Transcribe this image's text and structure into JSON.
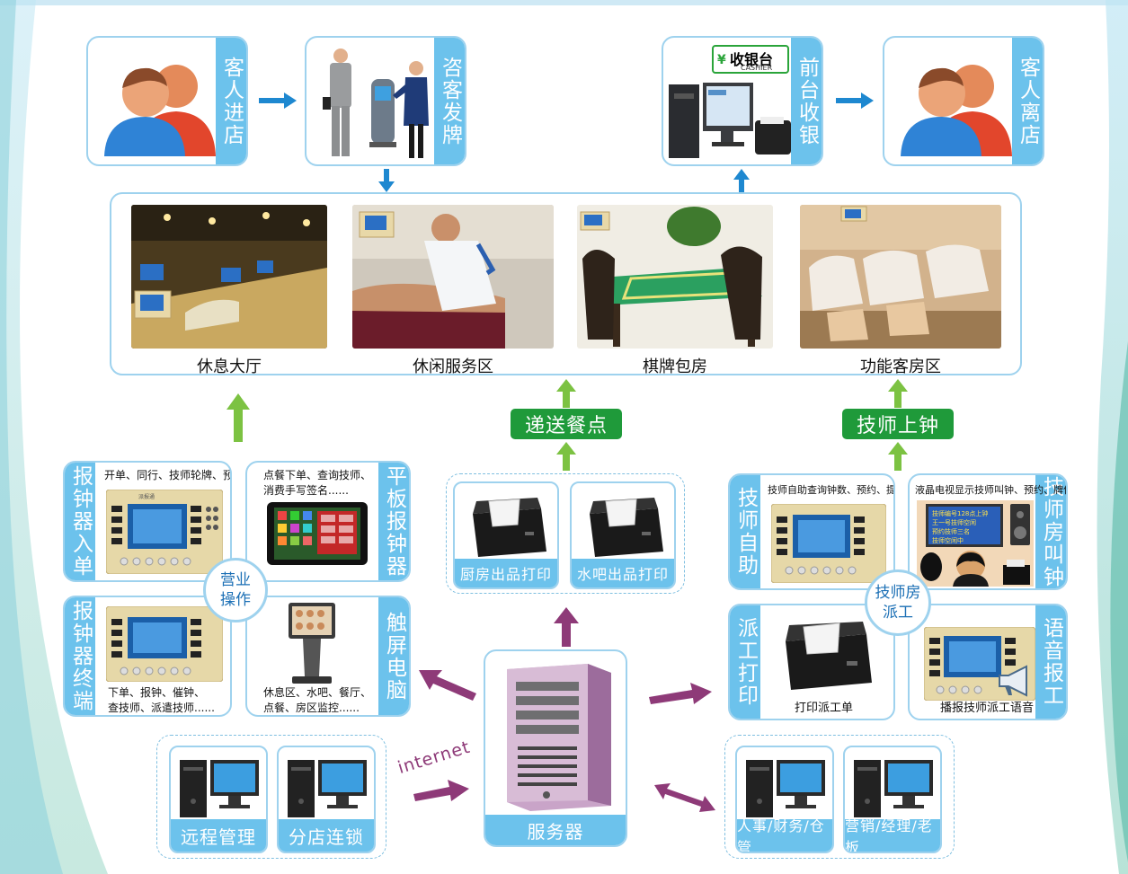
{
  "top_flow": {
    "guest_enter": "客人进店",
    "reception": "咨客发牌",
    "cashier": "前台收银",
    "cashier_sign": "收银台",
    "cashier_sign_en": "CASHIER",
    "cashier_currency": "¥",
    "guest_leave": "客人离店"
  },
  "areas": [
    {
      "label": "休息大厅"
    },
    {
      "label": "休闲服务区"
    },
    {
      "label": "棋牌包房"
    },
    {
      "label": "功能客房区"
    }
  ],
  "green_labels": {
    "deliver": "递送餐点",
    "tech_start": "技师上钟"
  },
  "left_group": {
    "pager_entry": {
      "label": "报钟器入单",
      "desc": "开单、同行、技师轮牌、预约......"
    },
    "tablet": {
      "label": "平板报钟器",
      "desc1": "点餐下单、查询技师、",
      "desc2": "消费手写签名......"
    },
    "pager_terminal": {
      "label": "报钟器终端",
      "desc1": "下单、报钟、催钟、",
      "desc2": "查技师、派遣技师......"
    },
    "touch_pc": {
      "label": "触屏电脑",
      "desc1": "休息区、水吧、餐厅、",
      "desc2": "点餐、房区监控......"
    },
    "center_line1": "营业",
    "center_line2": "操作"
  },
  "printers": {
    "kitchen": "厨房出品打印",
    "bar": "水吧出品打印"
  },
  "right_group": {
    "self_service": {
      "label": "技师自助",
      "desc": "技师自助查询钟数、预约、提成"
    },
    "room_call": {
      "label": "技师房叫钟",
      "desc": "液晶电视显示技师叫钟、预约、牌位",
      "screen_lines": [
        "技师编号128点上钟",
        "王一号技师空闲",
        "预约技师三名",
        "技师空闲中"
      ]
    },
    "dispatch_print": {
      "label": "派工打印",
      "desc": "打印派工单"
    },
    "voice": {
      "label": "语音报工",
      "desc": "播报技师派工语音"
    },
    "center_line1": "技师房",
    "center_line2": "派工"
  },
  "bottom": {
    "remote": "远程管理",
    "branch": "分店连锁",
    "server": "服务器",
    "internet": "internet",
    "hr": "人事/财务/仓管",
    "marketing": "营销/经理/老板"
  },
  "device_text": {
    "pager_brand": "派报通"
  },
  "colors": {
    "accent_blue": "#6cc2ec",
    "border_blue": "#9ed2ee",
    "green": "#1f9a3a",
    "arrow_green": "#7cc242",
    "arrow_purple": "#8e3a78",
    "arrow_blue": "#1e88d0"
  }
}
